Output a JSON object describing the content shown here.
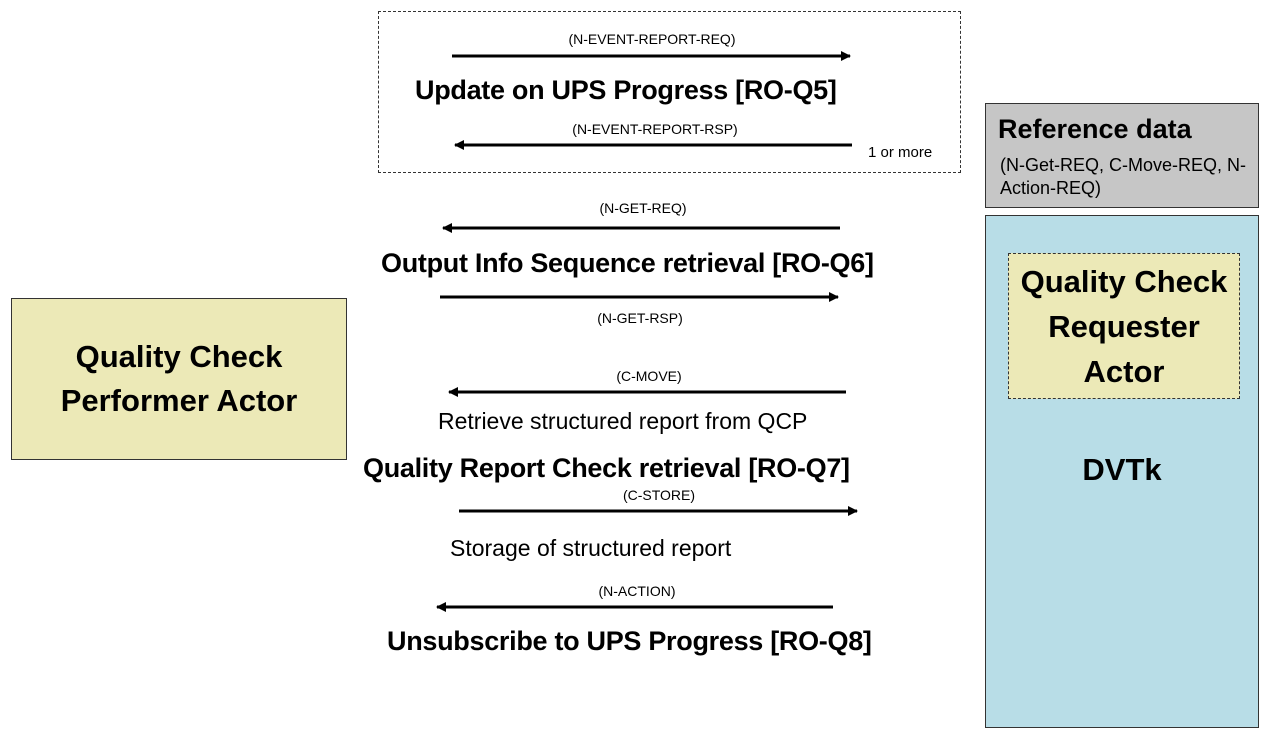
{
  "actors": {
    "performer": "Quality Check Performer Actor",
    "requester": "Quality Check Requester Actor",
    "system": "DVTk"
  },
  "reference": {
    "title": "Reference data",
    "details": "(N-Get-REQ,  C-Move-REQ, N-Action-REQ)"
  },
  "group": {
    "note": "1 or more"
  },
  "messages": {
    "event_req": "(N-EVENT-REPORT-REQ)",
    "event_rsp": "(N-EVENT-REPORT-RSP)",
    "get_req": "(N-GET-REQ)",
    "get_rsp": "(N-GET-RSP)",
    "c_move": "(C-MOVE)",
    "c_store": "(C-STORE)",
    "n_action": "(N-ACTION)"
  },
  "transactions": {
    "q5": "Update on UPS Progress [RO-Q5]",
    "q6": "Output Info Sequence retrieval [RO-Q6]",
    "q7": "Quality Report Check retrieval [RO-Q7]",
    "q8": "Unsubscribe to UPS Progress [RO-Q8]"
  },
  "descriptions": {
    "retrieve": "Retrieve structured report from QCP",
    "storage": "Storage of structured report"
  }
}
